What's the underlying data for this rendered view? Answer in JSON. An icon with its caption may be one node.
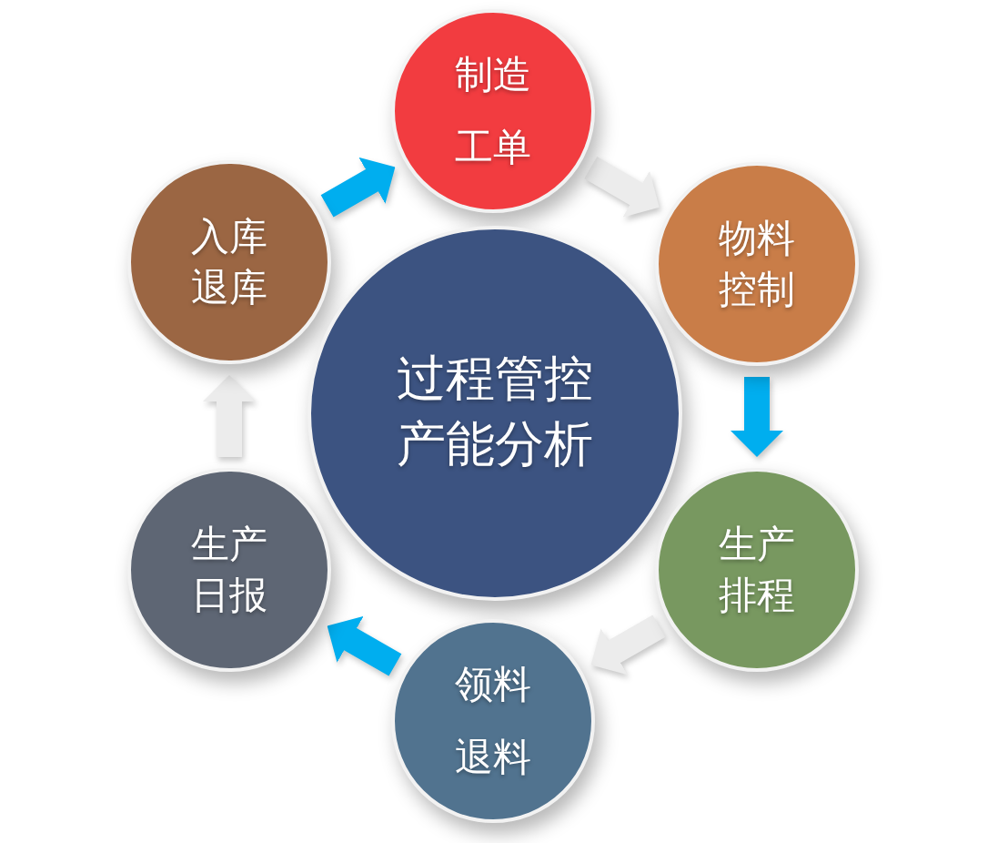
{
  "diagram": {
    "nodes": [
      {
        "text": [
          "制造工单"
        ]
      },
      {
        "text": [
          "入库退库"
        ]
      },
      {
        "text": [
          "物料控制"
        ]
      },
      {
        "text": [
          "过程管控产能分析"
        ]
      },
      {
        "text": [
          "生产日报"
        ]
      },
      {
        "text": [
          "生产排程"
        ]
      },
      {
        "text": [
          "领料退料"
        ]
      }
    ],
    "edges": [
      {
        "from": 1,
        "to": 0,
        "arrow": "to",
        "color": "#00aeef"
      },
      {
        "from": 0,
        "to": 2,
        "arrow": "to",
        "color": "#ececec"
      },
      {
        "from": 2,
        "to": 5,
        "arrow": "to",
        "color": "#00aeef"
      },
      {
        "from": 5,
        "to": 6,
        "arrow": "to",
        "color": "#ececec"
      },
      {
        "from": 6,
        "to": 4,
        "arrow": "to",
        "color": "#00aeef"
      },
      {
        "from": 4,
        "to": 1,
        "arrow": "to",
        "color": "#ececec"
      }
    ]
  }
}
